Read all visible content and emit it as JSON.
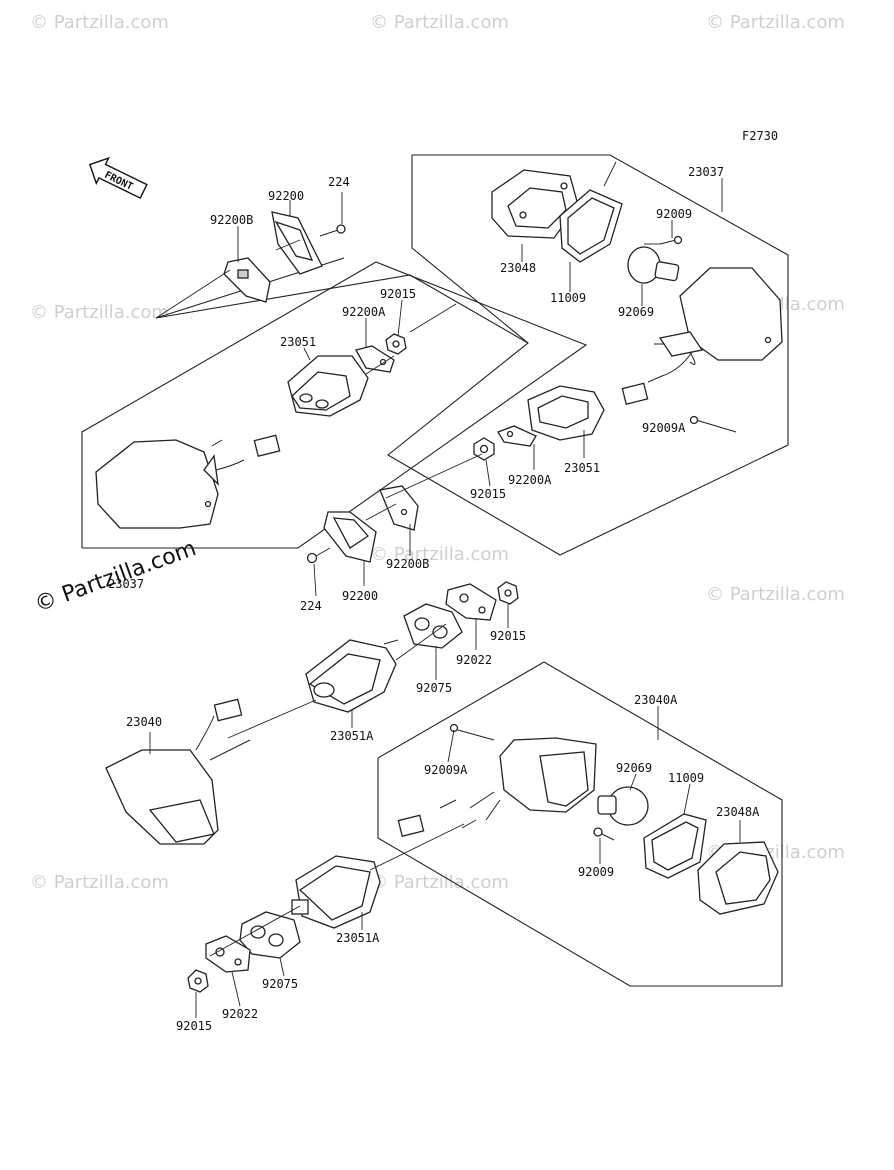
{
  "figure_code": "F2730",
  "direction_label": "FRONT",
  "watermark_text": "© Partzilla.com",
  "colors": {
    "line": "#222222",
    "watermark": "#cfcfcf",
    "background": "#ffffff"
  },
  "labels": {
    "l23037_top": "23037",
    "l23048": "23048",
    "l11009_top": "11009",
    "l92009_top": "92009",
    "l92069_top": "92069",
    "l92009A_top": "92009A",
    "l224_top": "224",
    "l92200_top": "92200",
    "l92200B_top": "92200B",
    "l92015_top": "92015",
    "l92200A_top": "92200A",
    "l23051_top": "23051",
    "l23051_right": "23051",
    "l92200A_right": "92200A",
    "l92015_mid": "92015",
    "l92200B_mid": "92200B",
    "l224_mid": "224",
    "l92200_mid": "92200",
    "l23037_left": "23037",
    "l92015_r2": "92015",
    "l92022_mid": "92022",
    "l92075_mid": "92075",
    "l23051A_mid": "23051A",
    "l23040": "23040",
    "l23040A": "23040A",
    "l92009A_low": "92009A",
    "l92069_low": "92069",
    "l11009_low": "11009",
    "l23048A": "23048A",
    "l92009_low": "92009",
    "l23051A_low": "23051A",
    "l92075_low": "92075",
    "l92022_low": "92022",
    "l92015_low": "92015"
  }
}
